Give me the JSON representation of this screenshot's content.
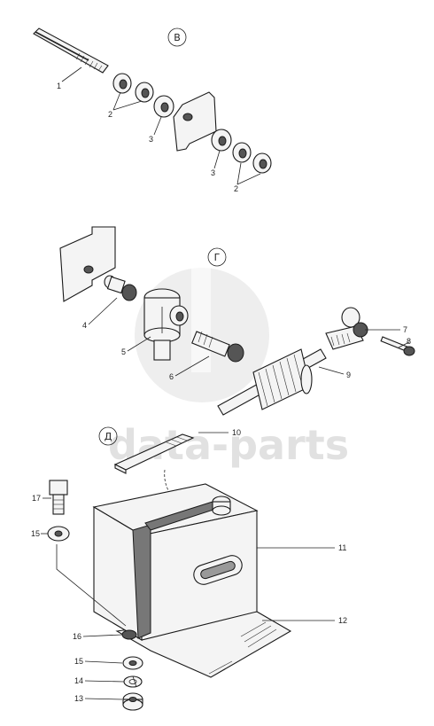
{
  "sections": [
    {
      "id": "B",
      "letter": "В"
    },
    {
      "id": "G",
      "letter": "Г"
    },
    {
      "id": "D",
      "letter": "Д"
    }
  ],
  "watermark": "data-parts",
  "callouts": [
    {
      "id": "c1",
      "text": "1"
    },
    {
      "id": "c2a",
      "text": "2"
    },
    {
      "id": "c3a",
      "text": "3"
    },
    {
      "id": "c3b",
      "text": "3"
    },
    {
      "id": "c2b",
      "text": "2"
    },
    {
      "id": "c4",
      "text": "4"
    },
    {
      "id": "c5",
      "text": "5"
    },
    {
      "id": "c6",
      "text": "6"
    },
    {
      "id": "c7",
      "text": "7"
    },
    {
      "id": "c8",
      "text": "8"
    },
    {
      "id": "c9",
      "text": "9"
    },
    {
      "id": "c10",
      "text": "10"
    },
    {
      "id": "c11",
      "text": "11"
    },
    {
      "id": "c12",
      "text": "12"
    },
    {
      "id": "c17",
      "text": "17"
    },
    {
      "id": "c15a",
      "text": "15"
    },
    {
      "id": "c16",
      "text": "16"
    },
    {
      "id": "c15b",
      "text": "15"
    },
    {
      "id": "c14",
      "text": "14"
    },
    {
      "id": "c13",
      "text": "13"
    }
  ]
}
